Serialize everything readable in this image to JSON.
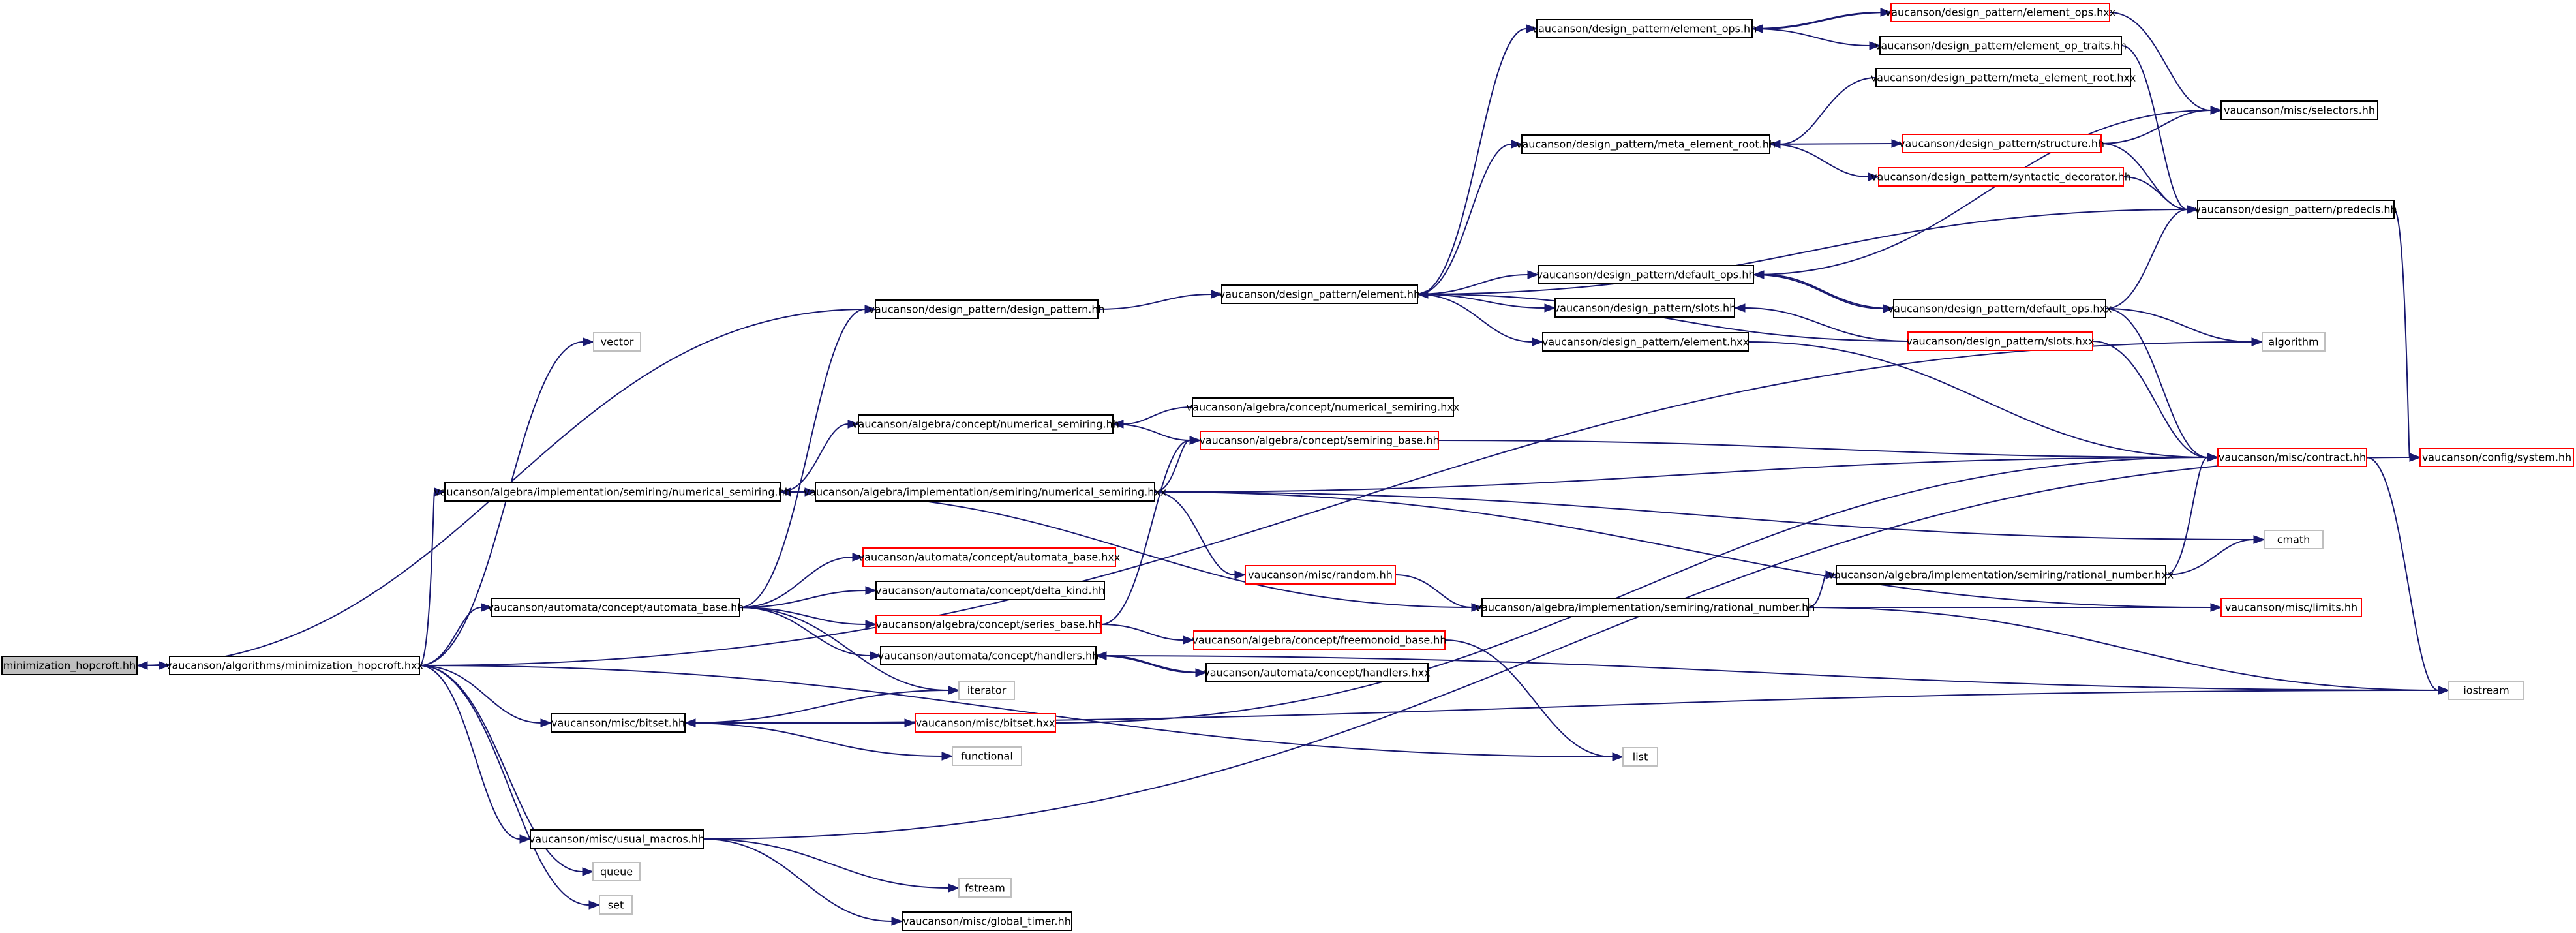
{
  "nodes": [
    {
      "id": "n_root",
      "label": "minimization_hopcroft.hh",
      "kind": "root"
    },
    {
      "id": "n_algo_hxx",
      "label": "vaucanson/algorithms/minimization_hopcroft.hxx",
      "kind": "normal"
    },
    {
      "id": "n_dp_dp",
      "label": "vaucanson/design_pattern/design_pattern.hh",
      "kind": "normal"
    },
    {
      "id": "n_dp_el",
      "label": "vaucanson/design_pattern/element.hh",
      "kind": "normal"
    },
    {
      "id": "n_dp_eops",
      "label": "vaucanson/design_pattern/element_ops.hh",
      "kind": "normal"
    },
    {
      "id": "n_dp_eops_hxx",
      "label": "vaucanson/design_pattern/element_ops.hxx",
      "kind": "truncated"
    },
    {
      "id": "n_dp_eop_traits",
      "label": "vaucanson/design_pattern/element_op_traits.hh",
      "kind": "normal"
    },
    {
      "id": "n_dp_mer_hxx",
      "label": "vaucanson/design_pattern/meta_element_root.hxx",
      "kind": "normal"
    },
    {
      "id": "n_dp_mer",
      "label": "vaucanson/design_pattern/meta_element_root.hh",
      "kind": "normal"
    },
    {
      "id": "n_misc_sel",
      "label": "vaucanson/misc/selectors.hh",
      "kind": "normal"
    },
    {
      "id": "n_dp_struct",
      "label": "vaucanson/design_pattern/structure.hh",
      "kind": "truncated"
    },
    {
      "id": "n_dp_synt",
      "label": "vaucanson/design_pattern/syntactic_decorator.hh",
      "kind": "truncated"
    },
    {
      "id": "n_dp_predecls",
      "label": "vaucanson/design_pattern/predecls.hh",
      "kind": "normal"
    },
    {
      "id": "n_dp_dops",
      "label": "vaucanson/design_pattern/default_ops.hh",
      "kind": "normal"
    },
    {
      "id": "n_dp_slots",
      "label": "vaucanson/design_pattern/slots.hh",
      "kind": "normal"
    },
    {
      "id": "n_dp_dops_hxx",
      "label": "vaucanson/design_pattern/default_ops.hxx",
      "kind": "normal"
    },
    {
      "id": "n_dp_slots_hxx",
      "label": "vaucanson/design_pattern/slots.hxx",
      "kind": "truncated"
    },
    {
      "id": "n_dp_el_hxx",
      "label": "vaucanson/design_pattern/element.hxx",
      "kind": "normal"
    },
    {
      "id": "n_vector",
      "label": "vector",
      "kind": "external"
    },
    {
      "id": "n_algorithm",
      "label": "algorithm",
      "kind": "external"
    },
    {
      "id": "n_alg_ns_hxx",
      "label": "vaucanson/algebra/concept/numerical_semiring.hxx",
      "kind": "normal"
    },
    {
      "id": "n_alg_ns",
      "label": "vaucanson/algebra/concept/numerical_semiring.hh",
      "kind": "normal"
    },
    {
      "id": "n_alg_sb",
      "label": "vaucanson/algebra/concept/semiring_base.hh",
      "kind": "truncated"
    },
    {
      "id": "n_misc_contract",
      "label": "vaucanson/misc/contract.hh",
      "kind": "truncated"
    },
    {
      "id": "n_config_sys",
      "label": "vaucanson/config/system.hh",
      "kind": "truncated"
    },
    {
      "id": "n_impl_ns",
      "label": "vaucanson/algebra/implementation/semiring/numerical_semiring.hh",
      "kind": "normal"
    },
    {
      "id": "n_impl_ns_hxx",
      "label": "vaucanson/algebra/implementation/semiring/numerical_semiring.hxx",
      "kind": "normal"
    },
    {
      "id": "n_cmath",
      "label": "cmath",
      "kind": "external"
    },
    {
      "id": "n_auto_ab_hxx",
      "label": "vaucanson/automata/concept/automata_base.hxx",
      "kind": "truncated"
    },
    {
      "id": "n_misc_random",
      "label": "vaucanson/misc/random.hh",
      "kind": "truncated"
    },
    {
      "id": "n_impl_rn_hxx",
      "label": "vaucanson/algebra/implementation/semiring/rational_number.hxx",
      "kind": "normal"
    },
    {
      "id": "n_auto_dk",
      "label": "vaucanson/automata/concept/delta_kind.hh",
      "kind": "normal"
    },
    {
      "id": "n_auto_ab",
      "label": "vaucanson/automata/concept/automata_base.hh",
      "kind": "normal"
    },
    {
      "id": "n_impl_rn",
      "label": "vaucanson/algebra/implementation/semiring/rational_number.hh",
      "kind": "normal"
    },
    {
      "id": "n_misc_limits",
      "label": "vaucanson/misc/limits.hh",
      "kind": "truncated"
    },
    {
      "id": "n_alg_serb",
      "label": "vaucanson/algebra/concept/series_base.hh",
      "kind": "truncated"
    },
    {
      "id": "n_alg_fmb",
      "label": "vaucanson/algebra/concept/freemonoid_base.hh",
      "kind": "truncated"
    },
    {
      "id": "n_auto_h",
      "label": "vaucanson/automata/concept/handlers.hh",
      "kind": "normal"
    },
    {
      "id": "n_auto_h_hxx",
      "label": "vaucanson/automata/concept/handlers.hxx",
      "kind": "normal"
    },
    {
      "id": "n_iterator",
      "label": "iterator",
      "kind": "external"
    },
    {
      "id": "n_iostream",
      "label": "iostream",
      "kind": "external"
    },
    {
      "id": "n_misc_bitset",
      "label": "vaucanson/misc/bitset.hh",
      "kind": "normal"
    },
    {
      "id": "n_misc_bitset_hxx",
      "label": "vaucanson/misc/bitset.hxx",
      "kind": "truncated"
    },
    {
      "id": "n_functional",
      "label": "functional",
      "kind": "external"
    },
    {
      "id": "n_list",
      "label": "list",
      "kind": "external"
    },
    {
      "id": "n_misc_um",
      "label": "vaucanson/misc/usual_macros.hh",
      "kind": "normal"
    },
    {
      "id": "n_queue",
      "label": "queue",
      "kind": "external"
    },
    {
      "id": "n_fstream",
      "label": "fstream",
      "kind": "external"
    },
    {
      "id": "n_set",
      "label": "set",
      "kind": "external"
    },
    {
      "id": "n_misc_gt",
      "label": "vaucanson/misc/global_timer.hh",
      "kind": "normal"
    }
  ],
  "edges": [
    [
      "n_root",
      "n_algo_hxx"
    ],
    [
      "n_algo_hxx",
      "n_root"
    ],
    [
      "n_root",
      "n_dp_dp"
    ],
    [
      "n_algo_hxx",
      "n_vector"
    ],
    [
      "n_algo_hxx",
      "n_algorithm"
    ],
    [
      "n_algo_hxx",
      "n_impl_ns"
    ],
    [
      "n_algo_hxx",
      "n_auto_ab"
    ],
    [
      "n_algo_hxx",
      "n_misc_bitset"
    ],
    [
      "n_algo_hxx",
      "n_list"
    ],
    [
      "n_algo_hxx",
      "n_misc_um"
    ],
    [
      "n_algo_hxx",
      "n_queue"
    ],
    [
      "n_algo_hxx",
      "n_set"
    ],
    [
      "n_dp_dp",
      "n_dp_el"
    ],
    [
      "n_dp_el",
      "n_dp_eops"
    ],
    [
      "n_dp_el",
      "n_dp_mer"
    ],
    [
      "n_dp_el",
      "n_dp_predecls"
    ],
    [
      "n_dp_el",
      "n_dp_dops"
    ],
    [
      "n_dp_el",
      "n_dp_slots"
    ],
    [
      "n_dp_el",
      "n_dp_el_hxx"
    ],
    [
      "n_dp_eops",
      "n_dp_eops_hxx"
    ],
    [
      "n_dp_eops_hxx",
      "n_dp_eops"
    ],
    [
      "n_dp_eops",
      "n_dp_eop_traits"
    ],
    [
      "n_dp_eops_hxx",
      "n_misc_sel"
    ],
    [
      "n_dp_eop_traits",
      "n_dp_predecls"
    ],
    [
      "n_dp_mer_hxx",
      "n_dp_mer"
    ],
    [
      "n_dp_mer",
      "n_dp_struct"
    ],
    [
      "n_dp_mer",
      "n_dp_synt"
    ],
    [
      "n_dp_struct",
      "n_misc_sel"
    ],
    [
      "n_dp_struct",
      "n_dp_predecls"
    ],
    [
      "n_dp_synt",
      "n_dp_predecls"
    ],
    [
      "n_dp_predecls",
      "n_config_sys"
    ],
    [
      "n_dp_dops",
      "n_misc_sel"
    ],
    [
      "n_dp_dops",
      "n_dp_dops_hxx"
    ],
    [
      "n_dp_dops_hxx",
      "n_dp_dops"
    ],
    [
      "n_dp_dops_hxx",
      "n_dp_predecls"
    ],
    [
      "n_dp_dops_hxx",
      "n_algorithm"
    ],
    [
      "n_dp_dops_hxx",
      "n_misc_contract"
    ],
    [
      "n_dp_slots_hxx",
      "n_dp_slots"
    ],
    [
      "n_dp_slots_hxx",
      "n_dp_el"
    ],
    [
      "n_dp_slots_hxx",
      "n_misc_contract"
    ],
    [
      "n_dp_el_hxx",
      "n_misc_contract"
    ],
    [
      "n_alg_ns_hxx",
      "n_alg_ns"
    ],
    [
      "n_alg_ns",
      "n_alg_sb"
    ],
    [
      "n_alg_sb",
      "n_misc_contract"
    ],
    [
      "n_misc_contract",
      "n_config_sys"
    ],
    [
      "n_misc_contract",
      "n_iostream"
    ],
    [
      "n_impl_ns",
      "n_alg_ns"
    ],
    [
      "n_impl_ns",
      "n_impl_ns_hxx"
    ],
    [
      "n_impl_ns_hxx",
      "n_impl_ns"
    ],
    [
      "n_impl_ns",
      "n_impl_rn"
    ],
    [
      "n_impl_ns_hxx",
      "n_alg_sb"
    ],
    [
      "n_impl_ns_hxx",
      "n_misc_contract"
    ],
    [
      "n_impl_ns_hxx",
      "n_cmath"
    ],
    [
      "n_impl_ns_hxx",
      "n_misc_random"
    ],
    [
      "n_impl_ns_hxx",
      "n_misc_limits"
    ],
    [
      "n_misc_random",
      "n_impl_rn"
    ],
    [
      "n_impl_rn",
      "n_impl_rn_hxx"
    ],
    [
      "n_impl_rn",
      "n_misc_limits"
    ],
    [
      "n_impl_rn",
      "n_iostream"
    ],
    [
      "n_impl_rn_hxx",
      "n_misc_contract"
    ],
    [
      "n_impl_rn_hxx",
      "n_cmath"
    ],
    [
      "n_auto_ab",
      "n_dp_dp"
    ],
    [
      "n_auto_ab",
      "n_auto_ab_hxx"
    ],
    [
      "n_auto_ab",
      "n_auto_dk"
    ],
    [
      "n_auto_ab",
      "n_alg_serb"
    ],
    [
      "n_auto_ab",
      "n_auto_h"
    ],
    [
      "n_auto_ab",
      "n_iterator"
    ],
    [
      "n_alg_serb",
      "n_alg_sb"
    ],
    [
      "n_alg_serb",
      "n_alg_fmb"
    ],
    [
      "n_alg_fmb",
      "n_list"
    ],
    [
      "n_auto_h",
      "n_auto_h_hxx"
    ],
    [
      "n_auto_h_hxx",
      "n_auto_h"
    ],
    [
      "n_auto_h",
      "n_iostream"
    ],
    [
      "n_misc_bitset",
      "n_iterator"
    ],
    [
      "n_misc_bitset",
      "n_misc_bitset_hxx"
    ],
    [
      "n_misc_bitset_hxx",
      "n_misc_bitset"
    ],
    [
      "n_misc_bitset",
      "n_functional"
    ],
    [
      "n_misc_bitset",
      "n_iostream"
    ],
    [
      "n_misc_bitset_hxx",
      "n_misc_contract"
    ],
    [
      "n_misc_um",
      "n_config_sys"
    ],
    [
      "n_misc_um",
      "n_fstream"
    ],
    [
      "n_misc_um",
      "n_misc_gt"
    ]
  ],
  "colors": {
    "edge": "#191970",
    "root_fill": "#bfbfbf",
    "normal_border": "#000000",
    "truncated_border": "#ff0000",
    "external_border": "#bfbfbf",
    "background": "#ffffff"
  }
}
